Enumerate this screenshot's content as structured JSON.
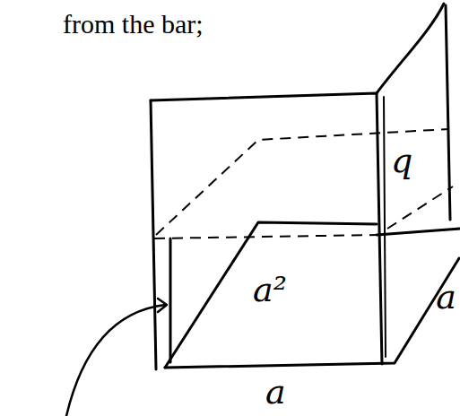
{
  "diagram": {
    "labels": [
      "from the bar;",
      "q",
      "a²",
      "a",
      "a"
    ]
  }
}
